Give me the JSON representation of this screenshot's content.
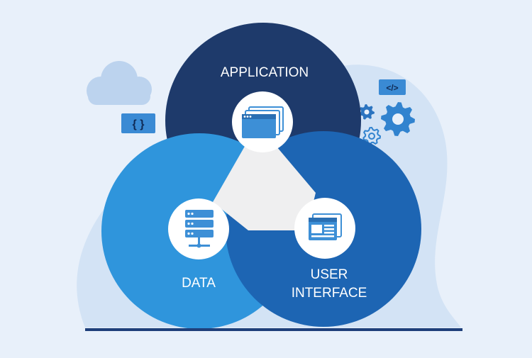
{
  "labels": {
    "application": "APPLICATION",
    "data": "DATA",
    "user_interface_line1": "USER",
    "user_interface_line2": "INTERFACE"
  },
  "decorations": {
    "code_braces": "{ }",
    "code_tag": "</>"
  },
  "icons": {
    "application": "browser-windows-icon",
    "data": "database-server-icon",
    "user_interface": "ui-layout-icon",
    "cloud": "cloud-icon",
    "gears": "gear-icon"
  },
  "colors": {
    "background": "#e8f0fa",
    "blob": "#d3e3f5",
    "application_circle": "#1e3a6b",
    "data_circle": "#2f95dc",
    "user_interface_circle": "#1d65b3",
    "center_triangle": "#efeff0",
    "icon_blue": "#3d8fd6",
    "gear_blue": "#3183cf",
    "ground_line": "#1e3f7a"
  }
}
